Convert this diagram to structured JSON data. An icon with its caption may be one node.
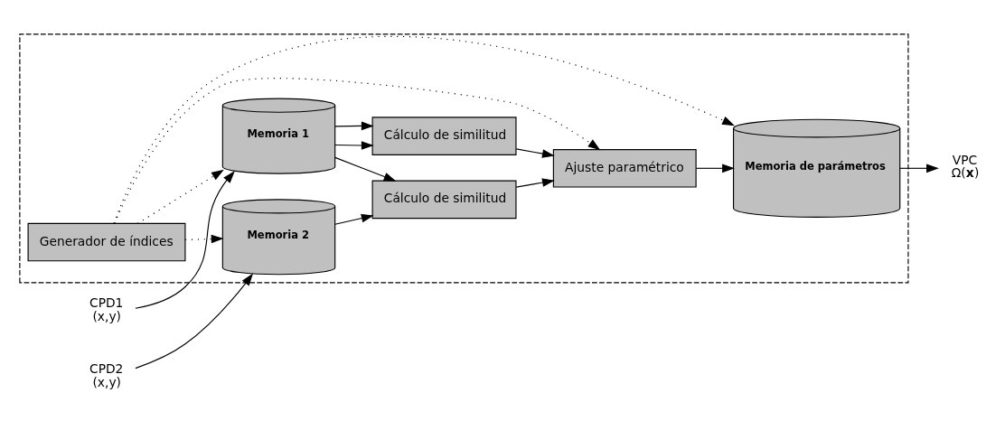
{
  "diagram": {
    "nodes": [
      {
        "text": [],
        "shape": "box"
      },
      {
        "text": [
          "Generador de índices"
        ],
        "in": 0
      },
      {
        "text": [
          "CPD1",
          "(x,y)"
        ]
      },
      {
        "text": [
          "Memoria 1"
        ],
        "in": 0
      },
      {
        "text": [
          "CPD2",
          "(x,y)"
        ]
      },
      {
        "text": [
          "Memoria 2"
        ],
        "in": 0
      },
      {
        "text": [
          "Cálculo de similitud"
        ],
        "in": 0
      },
      {
        "text": [
          "Cálculo de similitud"
        ],
        "in": 0
      },
      {
        "text": [
          "Ajuste paramétrico"
        ],
        "in": 0
      },
      {
        "text": [
          "Memoria de parámetros"
        ],
        "in": 0
      },
      {
        "text": [
          "VPC",
          "Ω(**x**)"
        ]
      }
    ],
    "edges": [
      {
        "from": 1,
        "to": 3,
        "arrow": "to",
        "style": "dashed"
      },
      {
        "from": 1,
        "to": 5,
        "arrow": "to",
        "style": "dashed"
      },
      {
        "from": 1,
        "to": 8,
        "arrow": "to",
        "style": "dashed"
      },
      {
        "from": 1,
        "to": 9,
        "arrow": "to",
        "style": "dashed"
      },
      {
        "from": 2,
        "to": 3,
        "arrow": "to"
      },
      {
        "from": 4,
        "to": 5,
        "arrow": "to"
      },
      {
        "from": 3,
        "to": 6,
        "arrow": "to"
      },
      {
        "from": 3,
        "to": 6,
        "arrow": "to"
      },
      {
        "from": 3,
        "to": 7,
        "arrow": "to"
      },
      {
        "from": 5,
        "to": 7,
        "arrow": "to"
      },
      {
        "from": 6,
        "to": 8,
        "arrow": "to"
      },
      {
        "from": 7,
        "to": 8,
        "arrow": "to"
      },
      {
        "from": 8,
        "to": 9,
        "arrow": "to"
      },
      {
        "from": 9,
        "to": 10,
        "arrow": "to"
      }
    ]
  }
}
